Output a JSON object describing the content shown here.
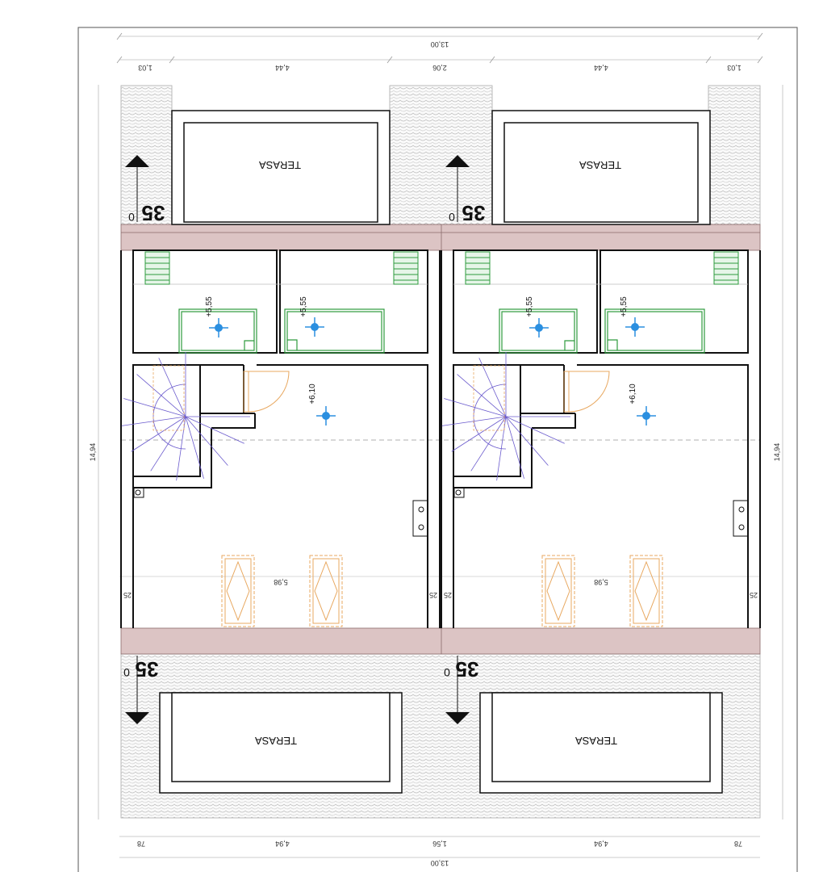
{
  "drawing": {
    "overall_width_top": "13,00",
    "overall_width_bottom": "13,00",
    "top_segments": [
      "1,03",
      "4,44",
      "2,06",
      "4,44",
      "1,03"
    ],
    "bottom_segments": [
      "78",
      "4,94",
      "1,56",
      "4,94",
      "78"
    ],
    "side_left": "14,94",
    "side_right": "14,94",
    "colors": {
      "wall": "#111111",
      "beam": "#dcc4c4",
      "tile": "#c8c8c8",
      "furniture": "#2e9b3e",
      "window": "#e8a860",
      "stair": "#6a5acd",
      "marker": "#2b8fe0"
    }
  },
  "units": [
    {
      "terrace_top": "TERASA",
      "terrace_bottom": "TERASA",
      "elev_room_a": "+5,55",
      "elev_room_b": "+5,55",
      "elev_main": "+6,10",
      "room_width": "5,98",
      "wall_left": "25",
      "wall_right": "25",
      "section_top": "35",
      "section_top_sub": "0",
      "section_bottom": "35",
      "section_bottom_sub": "0"
    },
    {
      "terrace_top": "TERASA",
      "terrace_bottom": "TERASA",
      "elev_room_a": "+5,55",
      "elev_room_b": "+5,55",
      "elev_main": "+6,10",
      "room_width": "5,98",
      "wall_left": "25",
      "wall_right": "25",
      "section_top": "35",
      "section_top_sub": "0",
      "section_bottom": "35",
      "section_bottom_sub": "0"
    }
  ]
}
